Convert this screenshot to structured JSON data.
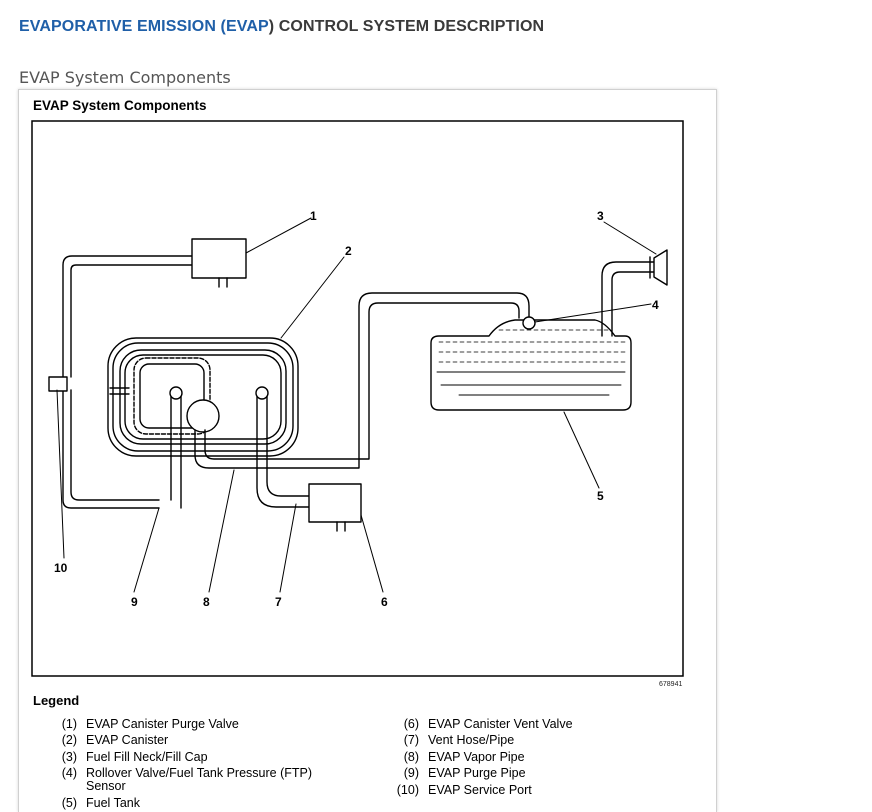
{
  "header": {
    "title_link_1": "EVAPORATIVE EMISSION (",
    "title_link_2": "EVAP",
    "title_rest": ") CONTROL SYSTEM DESCRIPTION"
  },
  "section": {
    "caption": "EVAP System Components"
  },
  "figure": {
    "title": "EVAP System Components",
    "figure_id": "678941",
    "callouts": [
      "1",
      "2",
      "3",
      "4",
      "5",
      "6",
      "7",
      "8",
      "9",
      "10"
    ],
    "legend_title": "Legend",
    "legend_left": [
      {
        "num": "(1)",
        "text": "EVAP Canister Purge Valve"
      },
      {
        "num": "(2)",
        "text": "EVAP Canister"
      },
      {
        "num": "(3)",
        "text": "Fuel Fill Neck/Fill Cap"
      },
      {
        "num": "(4)",
        "text": "Rollover Valve/Fuel Tank Pressure (FTP) Sensor"
      },
      {
        "num": "(5)",
        "text": "Fuel Tank"
      }
    ],
    "legend_right": [
      {
        "num": "(6)",
        "text": "EVAP Canister Vent Valve"
      },
      {
        "num": "(7)",
        "text": "Vent Hose/Pipe"
      },
      {
        "num": "(8)",
        "text": "EVAP Vapor Pipe"
      },
      {
        "num": "(9)",
        "text": "EVAP Purge Pipe"
      },
      {
        "num": "(10)",
        "text": "EVAP Service Port"
      }
    ]
  }
}
